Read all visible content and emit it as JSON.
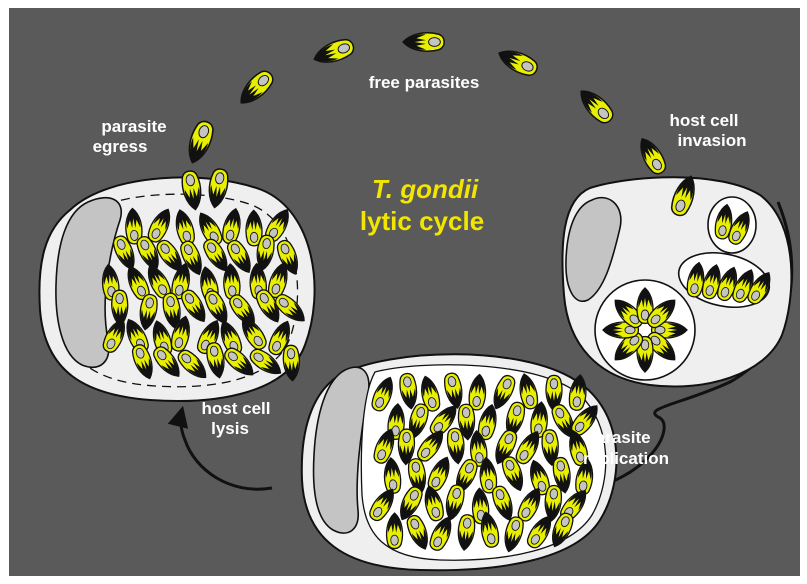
{
  "diagram": {
    "title_line1": "T. gondii",
    "title_line2": "lytic cycle",
    "labels": {
      "free_parasites": "free parasites",
      "egress_1": "parasite",
      "egress_2": "egress",
      "invasion_1": "host cell",
      "invasion_2": "invasion",
      "replication_1": "parasite",
      "replication_2": "replication",
      "lysis_1": "host cell",
      "lysis_2": "lysis"
    },
    "colors": {
      "background": "#5a5a5a",
      "cell_fill": "#efefef",
      "nucleus_fill": "#c4c4c4",
      "parasite_yellow": "#e8f000",
      "parasite_black": "#111111",
      "title_yellow": "#f2e600",
      "label_white": "#ffffff"
    }
  }
}
